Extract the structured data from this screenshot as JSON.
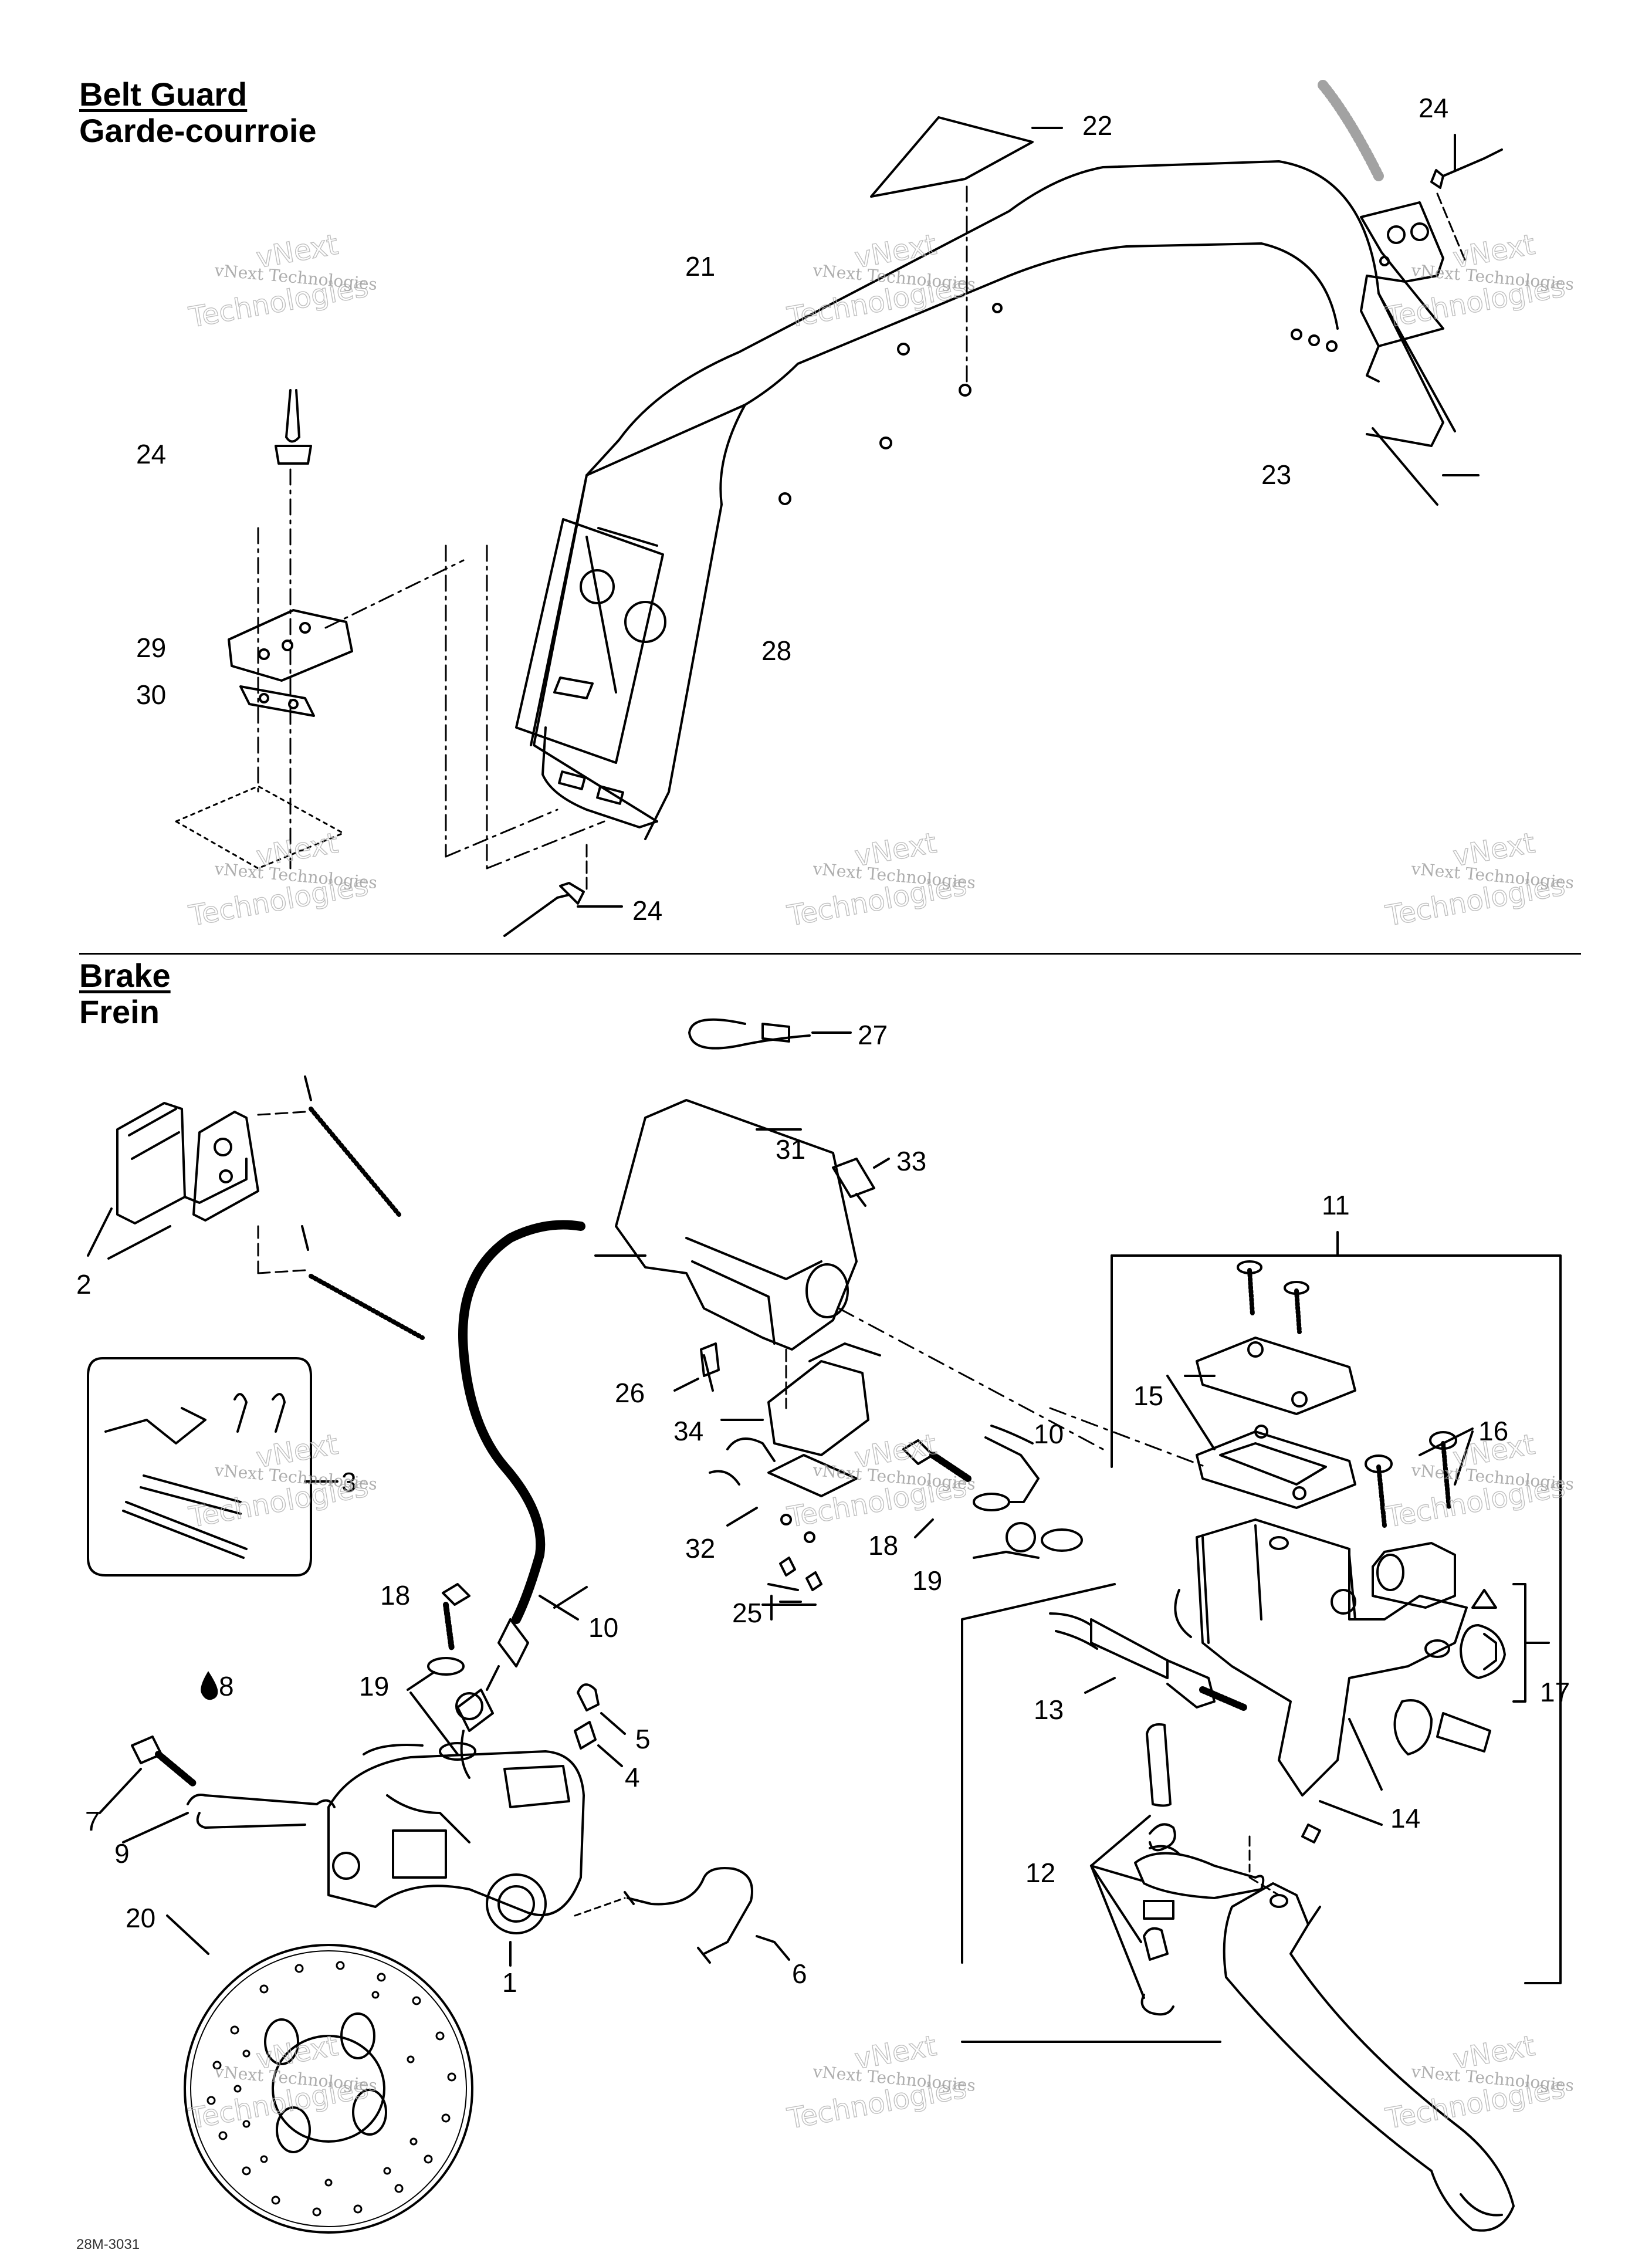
{
  "sections": {
    "belt_guard": {
      "title_en": "Belt Guard",
      "title_fr": "Garde-courroie"
    },
    "brake": {
      "title_en": "Brake",
      "title_fr": "Frein"
    }
  },
  "callouts": {
    "c22": "22",
    "c24a": "24",
    "c21": "21",
    "c24b": "24",
    "c23": "23",
    "c29": "29",
    "c28": "28",
    "c30": "30",
    "c24c": "24",
    "c27": "27",
    "c31": "31",
    "c33": "33",
    "c11": "11",
    "c2": "2",
    "c15": "15",
    "c26": "26",
    "c10a": "10",
    "c16": "16",
    "c34": "34",
    "c3": "3",
    "c32": "32",
    "c18a": "18",
    "c19a": "19",
    "c25": "25",
    "c18b": "18",
    "c10b": "10",
    "c19b": "19",
    "c8": "8",
    "c5": "5",
    "c13": "13",
    "c17": "17",
    "c4": "4",
    "c7": "7",
    "c9": "9",
    "c14": "14",
    "c12": "12",
    "c6": "6",
    "c1": "1",
    "c20": "20"
  },
  "watermark": {
    "line1": "vNext Technologies",
    "line2": "Technologies",
    "outline": "vNext"
  },
  "footer_code": "28M-3031"
}
